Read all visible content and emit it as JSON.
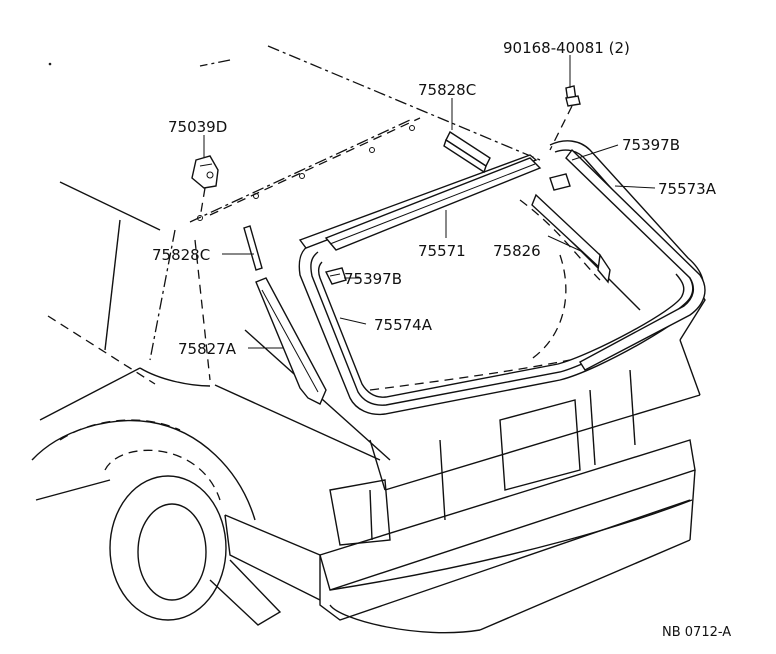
{
  "parts": [
    {
      "id": "p1",
      "label": "90168-40081 (2)"
    },
    {
      "id": "p2",
      "label": "75828C"
    },
    {
      "id": "p3",
      "label": "75039D"
    },
    {
      "id": "p4",
      "label": "75397B"
    },
    {
      "id": "p5",
      "label": "75573A"
    },
    {
      "id": "p6",
      "label": "75828C"
    },
    {
      "id": "p7",
      "label": "75571"
    },
    {
      "id": "p8",
      "label": "75826"
    },
    {
      "id": "p9",
      "label": "75397B"
    },
    {
      "id": "p10",
      "label": "75574A"
    },
    {
      "id": "p11",
      "label": "75827A"
    }
  ],
  "diagram_code": "NB 0712-A"
}
